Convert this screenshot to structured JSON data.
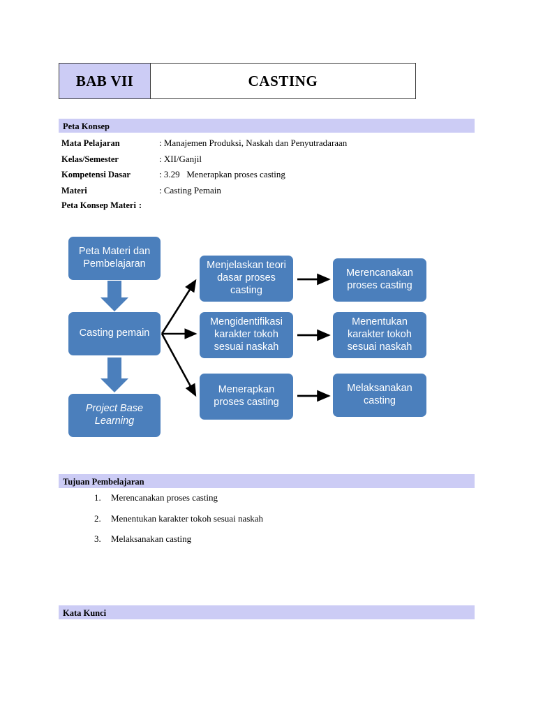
{
  "chapter_header": {
    "number_label": "BAB VII",
    "title": "CASTING",
    "number_cell_color": "#ccccf5",
    "title_cell_color": "#ffffff",
    "border_color": "#3a3a3a"
  },
  "sections": {
    "peta_konsep": {
      "band_title": "Peta Konsep",
      "band_color": "#ccccf5"
    },
    "tujuan": {
      "band_title": "Tujuan Pembelajaran",
      "band_color": "#ccccf5"
    },
    "kata_kunci": {
      "band_title": "Kata Kunci",
      "band_color": "#ccccf5"
    }
  },
  "meta": {
    "rows": [
      {
        "label": "Mata Pelajaran",
        "value": ": Manajemen Produksi, Naskah dan Penyutradaraan"
      },
      {
        "label": "Kelas/Semester",
        "value": ": XII/Ganjil"
      },
      {
        "label": "Kompetensi Dasar",
        "value": ": 3.29   Menerapkan proses casting"
      },
      {
        "label": "Materi",
        "value": ": Casting Pemain"
      }
    ],
    "peta_konsep_materi_label": "Peta Konsep Materi",
    "peta_konsep_materi_colon": ":"
  },
  "flowchart": {
    "box_color": "#4b7fbc",
    "arrow_color": "#000000",
    "block_arrow_color": "#4b7fbc",
    "text_color": "#ffffff",
    "boxes": {
      "peta_materi": "Peta Materi dan Pembelajaran",
      "casting_pemain": "Casting pemain",
      "project_base_learning": "Project Base Learning",
      "menjelaskan": "Menjelaskan teori dasar proses casting",
      "mengidentifikasi": "Mengidentifikasi karakter tokoh sesuai naskah",
      "menerapkan": "Menerapkan proses casting",
      "merencanakan": "Merencanakan proses casting",
      "menentukan": "Menentukan karakter tokoh sesuai naskah",
      "melaksanakan": "Melaksanakan casting"
    }
  },
  "objectives": [
    {
      "num": "1.",
      "text": "Merencanakan proses casting"
    },
    {
      "num": "2.",
      "text": "Menentukan karakter tokoh sesuai naskah"
    },
    {
      "num": "3.",
      "text": "Melaksanakan casting"
    }
  ]
}
